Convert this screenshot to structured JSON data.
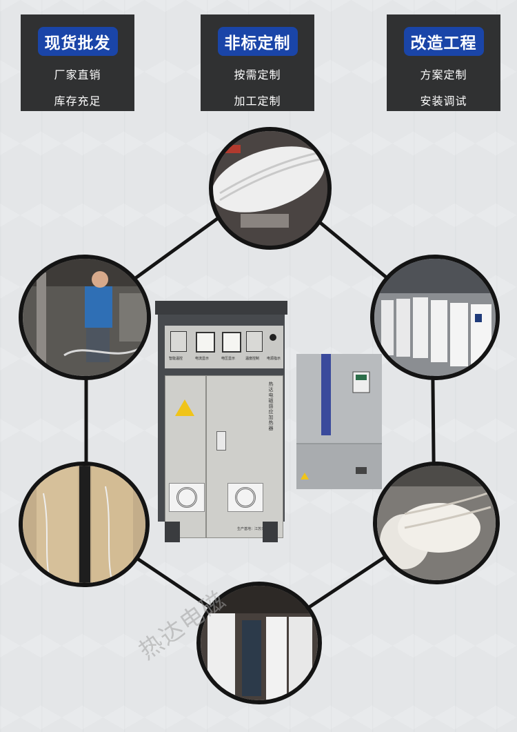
{
  "cards": [
    {
      "title": "现货批发",
      "lines": [
        "厂家直销",
        "库存充足"
      ]
    },
    {
      "title": "非标定制",
      "lines": [
        "按需定制",
        "加工定制"
      ]
    },
    {
      "title": "改造工程",
      "lines": [
        "方案定制",
        "安装调试"
      ]
    }
  ],
  "cabinet": {
    "vertical_text": "热达电磁感应加热器",
    "origin_text": "生产基地：江苏无锡",
    "panel_labels": [
      "智能温控",
      "电流显示",
      "电压显示",
      "温度控制",
      "电源指示"
    ]
  },
  "watermark": "热达电磁",
  "colors": {
    "card_bg": "#303132",
    "title_bg": "#1a45a8",
    "circle_border": "#141414",
    "page_bg": "#e4e6e8"
  },
  "photos": [
    "pipe-insulation-photo",
    "factory-worker-photo",
    "inverter-cabinets-photo",
    "induction-coil-left-photo",
    "induction-coil-right-photo",
    "wrapped-pipes-photo"
  ]
}
